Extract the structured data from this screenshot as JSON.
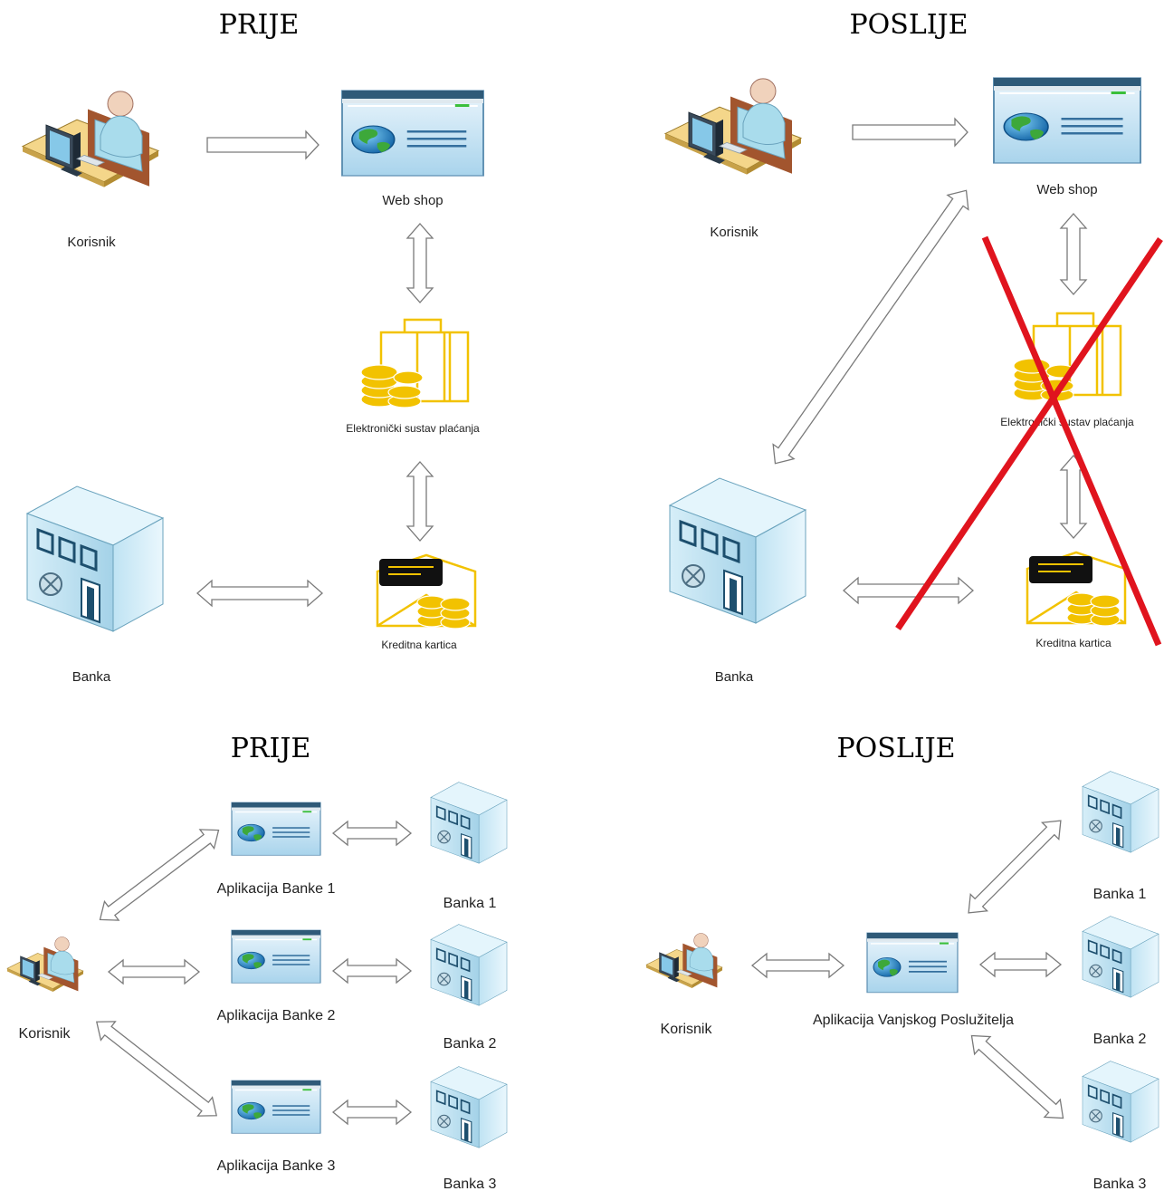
{
  "top_left": {
    "heading": "PRIJE",
    "user_label": "Korisnik",
    "webshop_label": "Web shop",
    "payment_label": "Elektronički sustav plaćanja",
    "card_label": "Kreditna kartica",
    "bank_label": "Banka"
  },
  "top_right": {
    "heading": "POSLIJE",
    "user_label": "Korisnik",
    "webshop_label": "Web shop",
    "payment_label": "Elektronički sustav plaćanja",
    "card_label": "Kreditna kartica",
    "bank_label": "Banka",
    "cross_color": "#e0141e"
  },
  "bottom_left": {
    "heading": "PRIJE",
    "user_label": "Korisnik",
    "apps": [
      "Aplikacija Banke 1",
      "Aplikacija Banke 2",
      "Aplikacija Banke 3"
    ],
    "banks": [
      "Banka 1",
      "Banka 2",
      "Banka 3"
    ]
  },
  "bottom_right": {
    "heading": "POSLIJE",
    "user_label": "Korisnik",
    "app_label": "Aplikacija Vanjskog Poslužitelja",
    "banks": [
      "Banka 1",
      "Banka 2",
      "Banka 3"
    ]
  },
  "colors": {
    "payment_gold": "#f2c200",
    "bank_blue": "#a9d6ea",
    "window_bar": "#2f5a78",
    "arrow_stroke": "#7a7a7a"
  }
}
